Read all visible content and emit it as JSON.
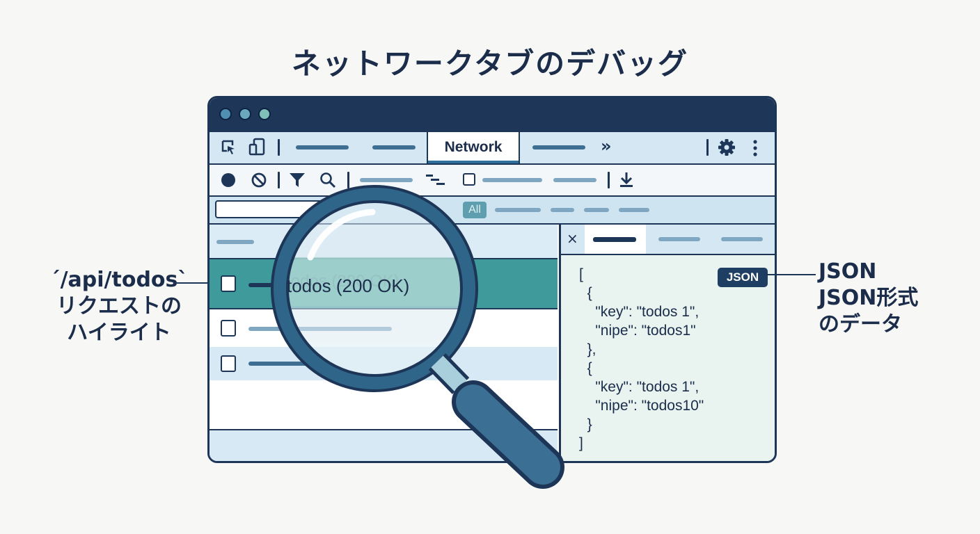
{
  "title": "ネットワークタブのデバッグ",
  "devtools": {
    "active_tab": "Network",
    "more_tabs_glyph": "»",
    "filter_chip": "All",
    "request_label": "todos (200 OK)",
    "close_glyph": "×",
    "json_badge": "JSON",
    "json_lines": [
      "[",
      "  {",
      "    \"key\": \"todos 1\",",
      "    \"nipe\": \"todos1\"",
      "  },",
      "  {",
      "    \"key\": \"todos 1\",",
      "    \"nipe\": \"todos10\"",
      "  }",
      "]"
    ]
  },
  "callouts": {
    "left": [
      "´/api/todos`",
      "リクエストの",
      "ハイライト"
    ],
    "right": [
      "JSON",
      "JSON形式",
      "のデータ"
    ]
  },
  "colors": {
    "navy": "#1e3658",
    "highlight_row": "#3f9b9b",
    "pane_blue": "#d4e7f3",
    "json_bg": "#e9f3f0"
  },
  "icons": [
    "inspect-icon",
    "device-icon",
    "gear-icon",
    "kebab-icon",
    "record-icon",
    "clear-icon",
    "filter-icon",
    "search-icon",
    "waterfall-icon",
    "download-icon",
    "magnifier-icon"
  ]
}
